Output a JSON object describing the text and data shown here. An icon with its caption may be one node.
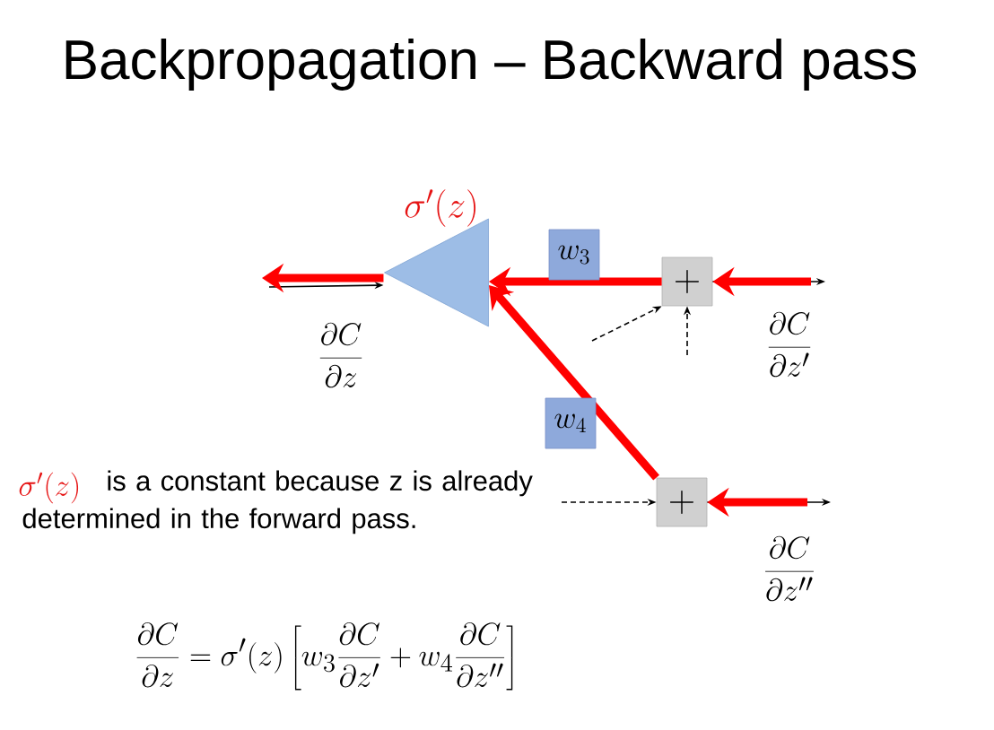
{
  "diagram": {
    "title": "Backpropagation – Backward pass",
    "nodes": [
      {
        "text": [],
        "shape": "triangle",
        "beside": [
          "\\sigma'(z)"
        ]
      },
      {
        "text": [
          "+"
        ]
      },
      {
        "text": [
          "+"
        ]
      }
    ],
    "edges": [
      {
        "from": 0,
        "to": null,
        "arrow": "to",
        "style": "thick",
        "color": "#ff0000",
        "label": "\\frac{\\partial C}{\\partial z}"
      },
      {
        "from": 1,
        "to": 0,
        "arrow": "to",
        "style": "thick",
        "color": "#ff0000",
        "label": "w_3"
      },
      {
        "from": 2,
        "to": 0,
        "arrow": "to",
        "style": "thick",
        "color": "#ff0000",
        "label": "w_4"
      },
      {
        "from": null,
        "to": 1,
        "arrow": "to",
        "style": "thick",
        "color": "#ff0000",
        "label": "\\frac{\\partial C}{\\partial z'}"
      },
      {
        "from": null,
        "to": 2,
        "arrow": "to",
        "style": "thick",
        "color": "#ff0000",
        "label": "\\frac{\\partial C}{\\partial z''}"
      },
      {
        "from": null,
        "to": 0,
        "arrow": "to"
      },
      {
        "from": 1,
        "to": null,
        "arrow": "to"
      },
      {
        "from": 2,
        "to": null,
        "arrow": "to"
      },
      {
        "from": null,
        "to": 1,
        "arrow": "to",
        "style": "dashed"
      },
      {
        "from": null,
        "to": 1,
        "arrow": "to",
        "style": "dashed"
      },
      {
        "from": null,
        "to": 2,
        "arrow": "to",
        "style": "dashed"
      }
    ],
    "labels": [
      "\\sigma'(z)",
      "is a constant because z is already determined in the forward pass.",
      "\\frac{\\partial C}{\\partial z}=\\sigma'(z)\\left[w_3\\frac{\\partial C}{\\partial z'}+w_4\\frac{\\partial C}{\\partial z''}\\right]"
    ]
  }
}
